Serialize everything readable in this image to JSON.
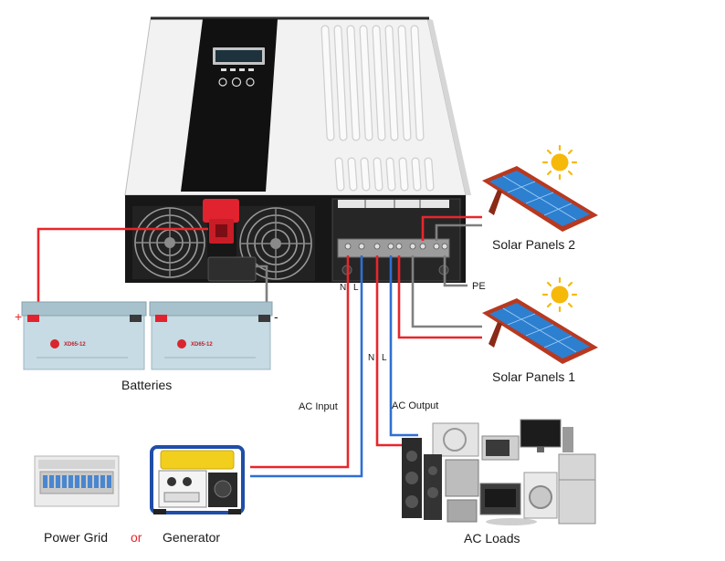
{
  "labels": {
    "solar_panels_2": "Solar Panels 2",
    "solar_panels_1": "Solar Panels 1",
    "pe": "PE",
    "batteries": "Batteries",
    "battery_plus": "+",
    "battery_minus": "-",
    "ac_input": "AC Input",
    "ac_output": "AC Output",
    "input_n": "N",
    "input_l": "L",
    "output_n": "N",
    "output_l": "L",
    "power_grid": "Power Grid",
    "or": "or",
    "generator": "Generator",
    "ac_loads": "AC Loads"
  },
  "battery_model": "XD65-12",
  "colors": {
    "positive_wire": "#e8262c",
    "neutral_wire": "#2e6fd3",
    "gray_wire": "#808080",
    "or_text": "#e8262c",
    "solar_cell_blue": "#2d7fd0",
    "sun": "#f6b90a"
  }
}
